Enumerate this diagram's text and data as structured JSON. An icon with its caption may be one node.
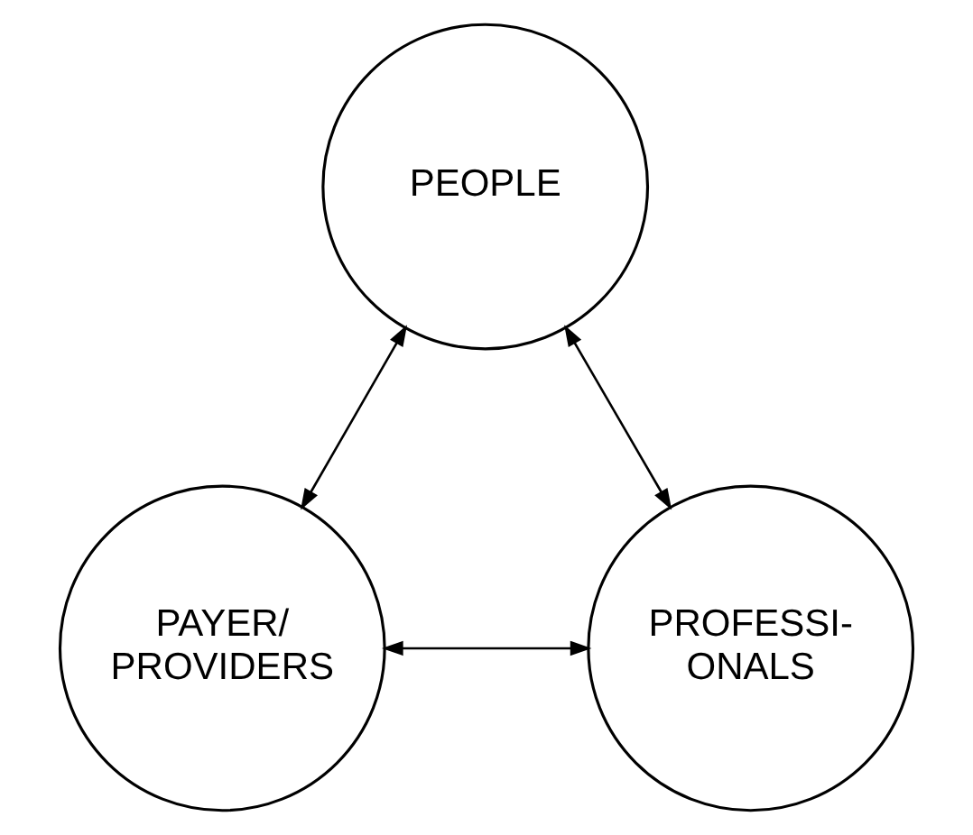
{
  "diagram": {
    "nodes": [
      {
        "text": [
          "PEOPLE"
        ]
      },
      {
        "text": [
          "PAYER/ PROVIDERS"
        ]
      },
      {
        "text": [
          "PROFESSI- ONALS"
        ]
      }
    ],
    "edges": [
      {
        "from": 1,
        "to": 0,
        "arrow": "both"
      },
      {
        "from": 0,
        "to": 2,
        "arrow": "both"
      },
      {
        "from": 1,
        "to": 2,
        "arrow": "both"
      }
    ]
  }
}
